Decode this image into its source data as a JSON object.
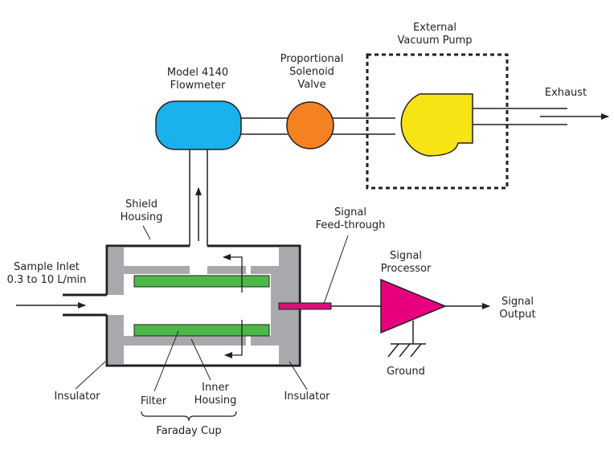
{
  "labels": {
    "pump_line1": "External",
    "pump_line2": "Vacuum Pump",
    "valve_line1": "Proportional",
    "valve_line2": "Solenoid",
    "valve_line3": "Valve",
    "flowmeter_line1": "Model 4140",
    "flowmeter_line2": "Flowmeter",
    "exhaust": "Exhaust",
    "shield_line1": "Shield",
    "shield_line2": "Housing",
    "feedthrough_line1": "Signal",
    "feedthrough_line2": "Feed-through",
    "processor_line1": "Signal",
    "processor_line2": "Processor",
    "inlet_line1": "Sample Inlet",
    "inlet_line2": "0.3 to 10 L/min",
    "output_line1": "Signal",
    "output_line2": "Output",
    "ground": "Ground",
    "insulator_left": "Insulator",
    "filter": "Filter",
    "inner_line1": "Inner",
    "inner_line2": "Housing",
    "insulator_right": "Insulator",
    "faraday_cup": "Faraday Cup"
  },
  "colors": {
    "flowmeter": "#1ab2ec",
    "valve": "#f58220",
    "pump": "#f7e414",
    "filter": "#4cb848",
    "insulator": "#a7a9ac",
    "processor": "#e6007e",
    "feedthrough": "#d6127a",
    "stroke": "#231f20"
  }
}
